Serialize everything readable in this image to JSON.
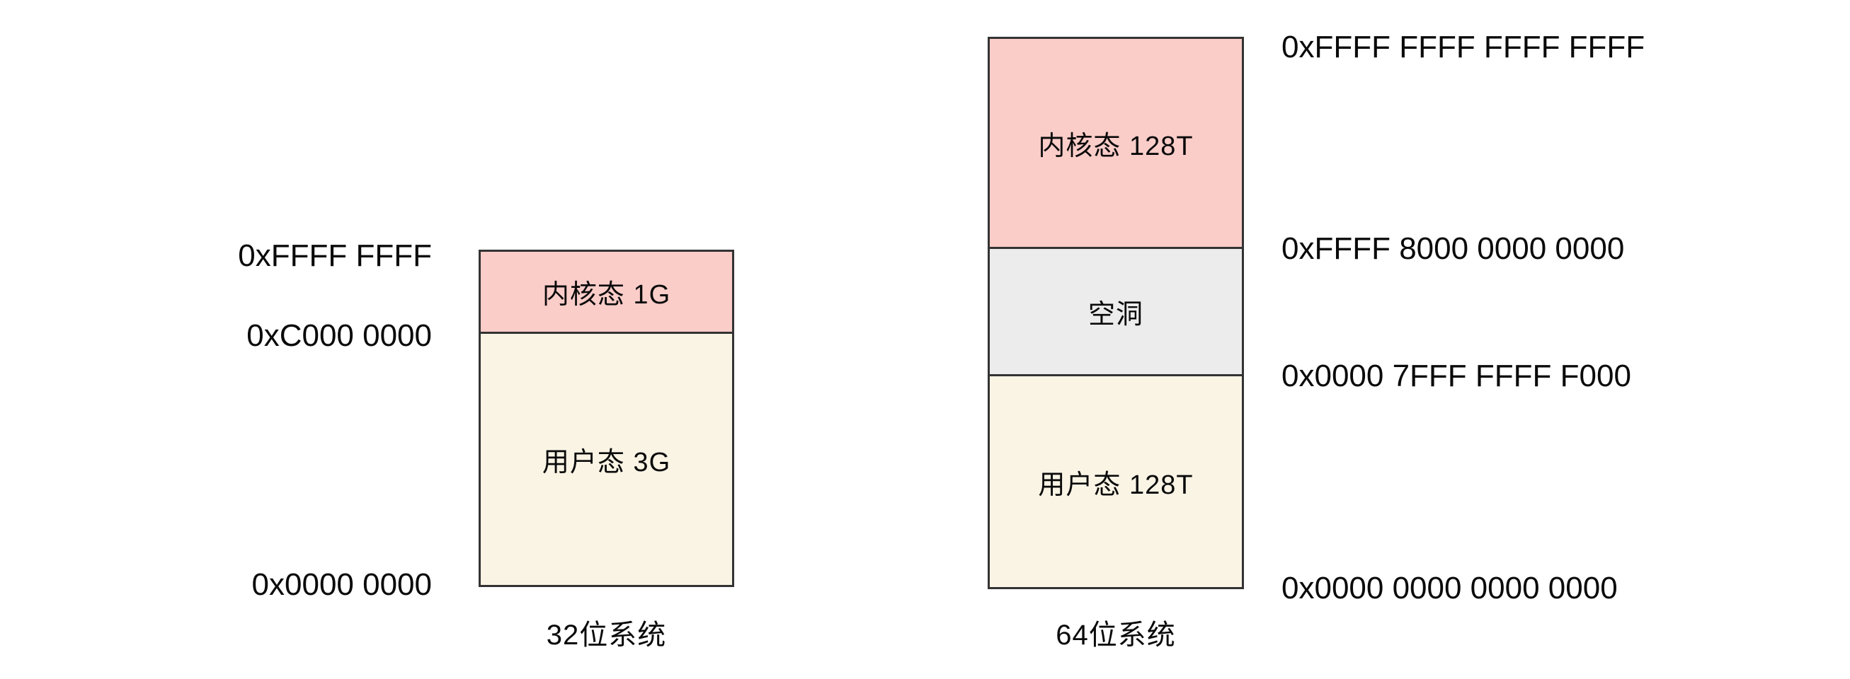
{
  "diagram_32": {
    "caption": "32位系统",
    "addresses": {
      "top": "0xFFFF FFFF",
      "kernel_base": "0xC000 0000",
      "bottom": "0x0000 0000"
    },
    "segments": {
      "kernel": {
        "label": "内核态 1G",
        "color": "#fbcdc9"
      },
      "user": {
        "label": "用户态 3G",
        "color": "#faf4e5"
      }
    }
  },
  "diagram_64": {
    "caption": "64位系统",
    "addresses": {
      "top": "0xFFFF FFFF FFFF FFFF",
      "kernel_base": "0xFFFF 8000 0000 0000",
      "user_top": "0x0000 7FFF FFFF F000",
      "bottom": "0x0000 0000 0000 0000"
    },
    "segments": {
      "kernel": {
        "label": "内核态 128T",
        "color": "#fbcdc9"
      },
      "hole": {
        "label": "空洞",
        "color": "#ececec"
      },
      "user": {
        "label": "用户态 128T",
        "color": "#faf4e5"
      }
    }
  },
  "colors": {
    "kernel_fill": "#fbcdc9",
    "user_fill": "#faf4e5",
    "hole_fill": "#ececec",
    "border": "#333333",
    "text": "#0a0a0a",
    "background": "#ffffff"
  }
}
